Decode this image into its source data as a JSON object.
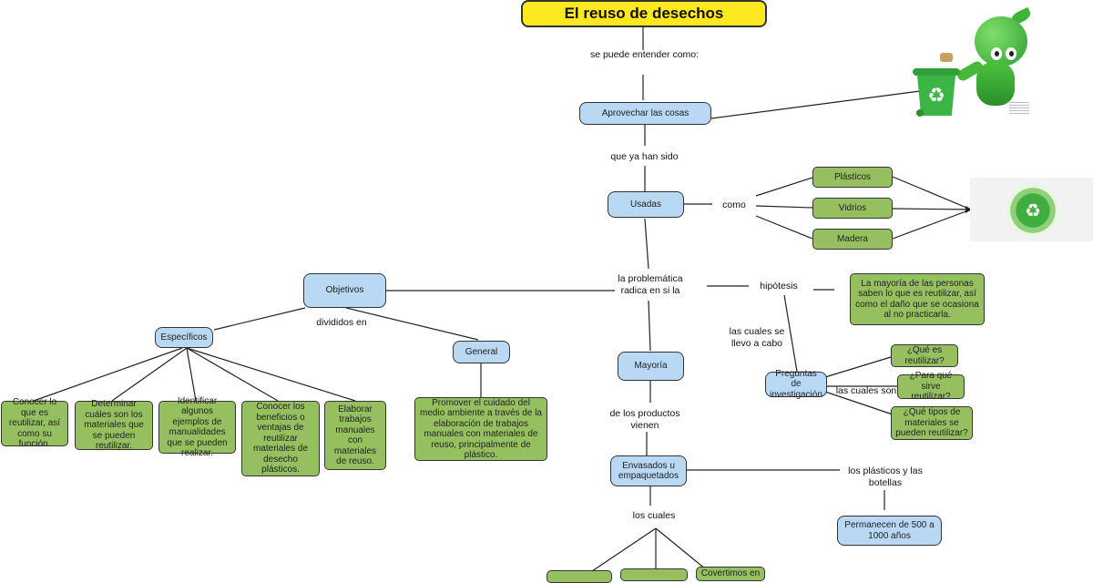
{
  "title": "El reuso de desechos",
  "nodes": {
    "aprovechar": "Aprovechar las cosas",
    "usadas": "Usadas",
    "plasticos": "Plásticos",
    "vidrios": "Vidrios",
    "madera": "Madera",
    "objetivos": "Objetivos",
    "especificos": "Específicos",
    "general": "General",
    "mayoria": "Mayoría",
    "envasados": "Envasados u empaquetados",
    "permanecen": "Permanecen de 500 a 1000 años",
    "preguntas": "Preguntas de investigación",
    "hipotesis_text": "La mayoría de las personas saben lo que es reutilizar, así como el daño que se ocasiona al no practicarla.",
    "q1": "¿Qué es reutilizar?",
    "q2": "¿Para qué sirve reutilizar?",
    "q3": "¿Qué tipos de materiales se pueden reutilizar?",
    "esp1": "Conocer lo que es reutilizar, así como su función.",
    "esp2": "Determinar cuáles son los materiales que se pueden reutilizar.",
    "esp3": "Identificar algunos ejemplos de manualidades que se pueden realizar.",
    "esp4": "Conocer los beneficios o ventajas de reutilizar materiales de desecho plásticos.",
    "esp5": "Elaborar trabajos manuales con materiales de reuso.",
    "gen1": "Promover el cuidado del medio ambiente a través de la elaboración de trabajos manuales con materiales de reuso, principalmente de plástico.",
    "bottom3": "Covertimos en"
  },
  "labels": {
    "entender": "se puede entender como:",
    "ya_han_sido": "que ya han sido",
    "como": "como",
    "problematica": "la problemática radica en si la",
    "hipotesis": "hipótesis",
    "divididos": "divididos en",
    "cuales_llevo": "las cuales se llevo a cabo",
    "cuales_son": "las cuales son",
    "productos": "de los productos vienen",
    "plasticos_botellas": "los plásticos y las botellas",
    "los_cuales": "los cuales"
  },
  "icons": {
    "recycle": "recycle-icon",
    "colors": {
      "title": "#ffe81f",
      "blue": "#b8d8f4",
      "green": "#96c060"
    }
  }
}
